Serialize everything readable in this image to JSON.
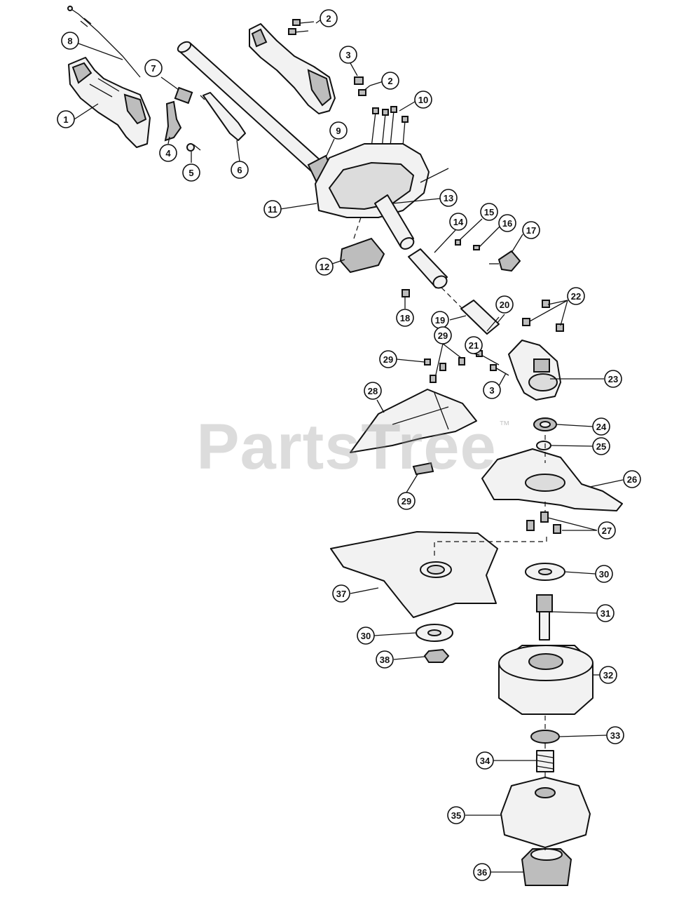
{
  "watermark": {
    "text": "PartsTree",
    "trademark": "™"
  },
  "callouts": [
    {
      "label": "1"
    },
    {
      "label": "2"
    },
    {
      "label": "2"
    },
    {
      "label": "3"
    },
    {
      "label": "3"
    },
    {
      "label": "4"
    },
    {
      "label": "5"
    },
    {
      "label": "6"
    },
    {
      "label": "7"
    },
    {
      "label": "8"
    },
    {
      "label": "9"
    },
    {
      "label": "10"
    },
    {
      "label": "11"
    },
    {
      "label": "12"
    },
    {
      "label": "13"
    },
    {
      "label": "14"
    },
    {
      "label": "15"
    },
    {
      "label": "16"
    },
    {
      "label": "17"
    },
    {
      "label": "18"
    },
    {
      "label": "19"
    },
    {
      "label": "20"
    },
    {
      "label": "21"
    },
    {
      "label": "22"
    },
    {
      "label": "23"
    },
    {
      "label": "24"
    },
    {
      "label": "25"
    },
    {
      "label": "26"
    },
    {
      "label": "27"
    },
    {
      "label": "28"
    },
    {
      "label": "29"
    },
    {
      "label": "29"
    },
    {
      "label": "29"
    },
    {
      "label": "30"
    },
    {
      "label": "30"
    },
    {
      "label": "31"
    },
    {
      "label": "32"
    },
    {
      "label": "33"
    },
    {
      "label": "34"
    },
    {
      "label": "35"
    },
    {
      "label": "36"
    },
    {
      "label": "37"
    },
    {
      "label": "38"
    }
  ]
}
